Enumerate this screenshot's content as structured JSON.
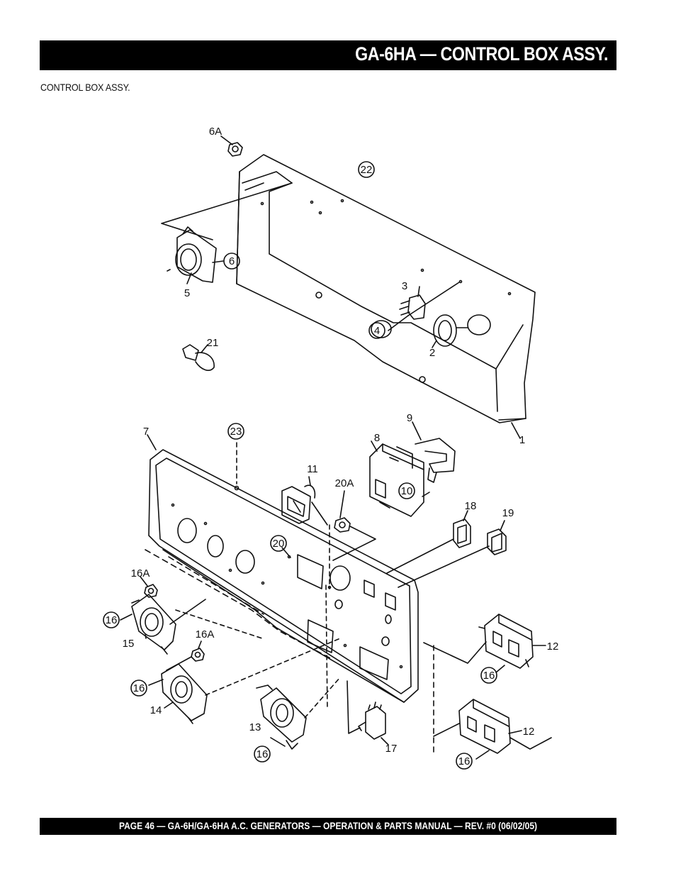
{
  "header": {
    "title": "GA-6HA — CONTROL BOX ASSY."
  },
  "subtitle": "CONTROL BOX ASSY.",
  "callouts": {
    "c6A": "6A",
    "c22": "22",
    "c6": "6",
    "c5": "5",
    "c3": "3",
    "c4": "4",
    "c2": "2",
    "c21": "21",
    "c1": "1",
    "c7": "7",
    "c23": "23",
    "c9": "9",
    "c8": "8",
    "c10": "10",
    "c11": "11",
    "c20A": "20A",
    "c18": "18",
    "c19": "19",
    "c20": "20",
    "c16A_a": "16A",
    "c16_a": "16",
    "c15": "15",
    "c16A_b": "16A",
    "c16_b": "16",
    "c14": "14",
    "c13": "13",
    "c16_c": "16",
    "c17": "17",
    "c12_a": "12",
    "c16_d": "16",
    "c12_b": "12",
    "c16_e": "16"
  },
  "footer": {
    "text": "PAGE 46 — GA-6H/GA-6HA A.C. GENERATORS — OPERATION & PARTS  MANUAL — REV. #0  (06/02/05)"
  }
}
